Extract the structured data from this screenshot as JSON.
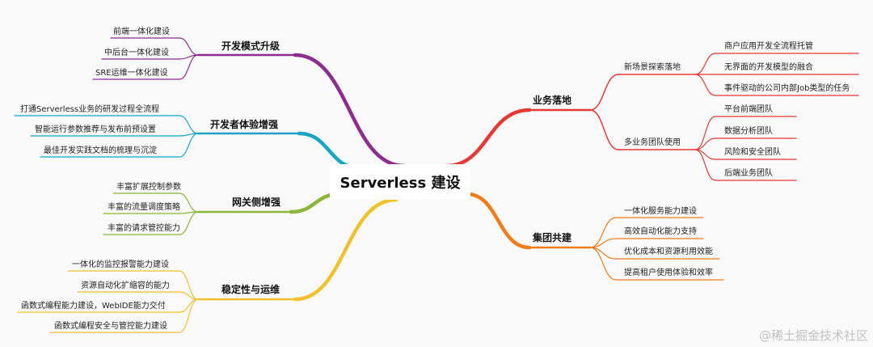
{
  "center": {
    "title": "Serverless 建设"
  },
  "watermark": "@稀土掘金技术社区",
  "colors": {
    "purple": "#8e2c8f",
    "cyan": "#1aa5c5",
    "green": "#8bb63a",
    "yellow": "#f2c12e",
    "red": "#e53935",
    "orange": "#f07c1a"
  },
  "left": [
    {
      "title": "开发模式升级",
      "color": "purple",
      "items": [
        "前端一体化建设",
        "中后台一体化建设",
        "SRE运维一体化建设"
      ]
    },
    {
      "title": "开发者体验增强",
      "color": "cyan",
      "items": [
        "打通Serverless业务的研发过程全流程",
        "智能运行参数推荐与发布前预设置",
        "最佳开发实践文档的梳理与沉淀"
      ]
    },
    {
      "title": "网关侧增强",
      "color": "green",
      "items": [
        "丰富扩展控制参数",
        "丰富的流量调度策略",
        "丰富的请求管控能力"
      ]
    },
    {
      "title": "稳定性与运维",
      "color": "yellow",
      "items": [
        "一体化的监控报警能力建设",
        "资源自动化扩缩容的能力",
        "函数式编程能力建设，WebIDE能力交付",
        "函数式编程安全与管控能力建设"
      ]
    }
  ],
  "right": [
    {
      "title": "业务落地",
      "color": "red",
      "groups": [
        {
          "title": "新场景探索落地",
          "items": [
            "商户应用开发全流程托管",
            "无界面的开发模型的融合",
            "事件驱动的公司内部Job类型的任务"
          ]
        },
        {
          "title": "多业务团队使用",
          "items": [
            "平台前端团队",
            "数据分析团队",
            "风险和安全团队",
            "后端业务团队"
          ]
        }
      ]
    },
    {
      "title": "集团共建",
      "color": "orange",
      "items": [
        "一体化服务能力建设",
        "高效自动化能力支持",
        "优化成本和资源利用效能",
        "提高租户使用体验和效率"
      ]
    }
  ]
}
